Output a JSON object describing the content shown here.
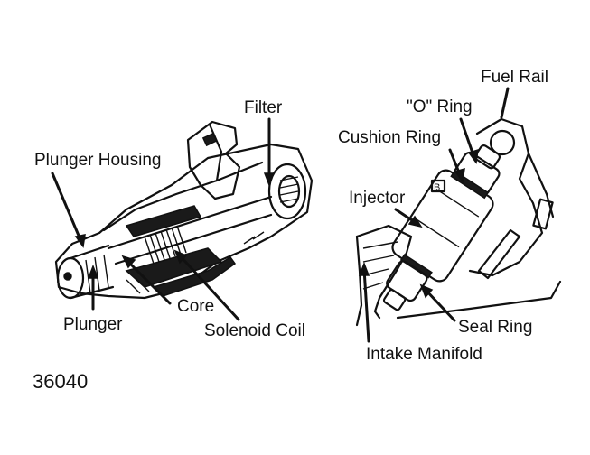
{
  "labels": {
    "filter": "Filter",
    "plunger_housing": "Plunger Housing",
    "core": "Core",
    "plunger": "Plunger",
    "solenoid_coil": "Solenoid Coil",
    "fuel_rail": "Fuel Rail",
    "o_ring": "\"O\" Ring",
    "cushion_ring": "Cushion Ring",
    "injector": "Injector",
    "seal_ring": "Seal Ring",
    "intake_manifold": "Intake Manifold"
  },
  "figure_number": "36040"
}
